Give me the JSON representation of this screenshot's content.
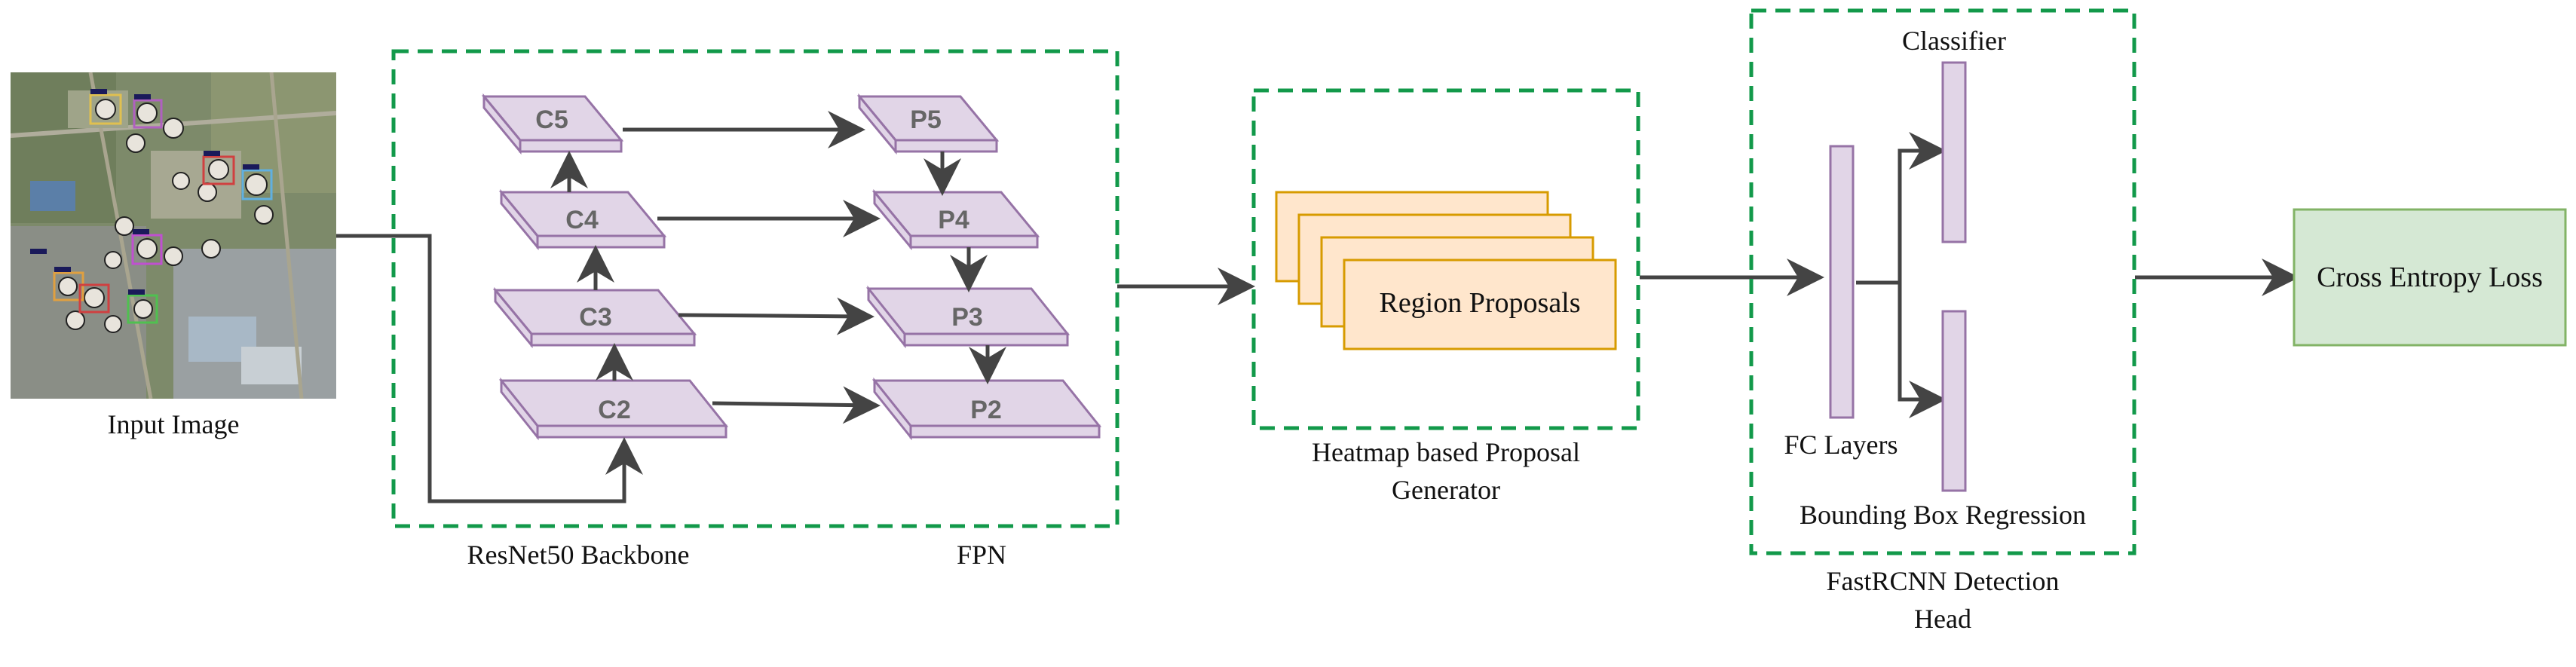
{
  "input": {
    "label": "Input Image"
  },
  "backbone": {
    "label": "ResNet50 Backbone",
    "layers": [
      "C2",
      "C3",
      "C4",
      "C5"
    ]
  },
  "fpn": {
    "label": "FPN",
    "layers": [
      "P2",
      "P3",
      "P4",
      "P5"
    ]
  },
  "proposal": {
    "box_label": "Region Proposals",
    "label_line1": "Heatmap based Proposal",
    "label_line2": "Generator"
  },
  "head": {
    "classifier_label": "Classifier",
    "fc_label": "FC Layers",
    "bbox_label": "Bounding Box Regression",
    "label_line1": "FastRCNN Detection",
    "label_line2": "Head"
  },
  "loss": {
    "label": "Cross Entropy Loss"
  },
  "colors": {
    "dashed_border": "#12994a",
    "arrow": "#444444",
    "layer_fill": "#e1d5e7",
    "layer_stroke": "#9673a6",
    "proposal_fill": "#ffe6cc",
    "proposal_stroke": "#d79b00",
    "loss_fill": "#d5e8d4",
    "loss_stroke": "#82b366"
  }
}
